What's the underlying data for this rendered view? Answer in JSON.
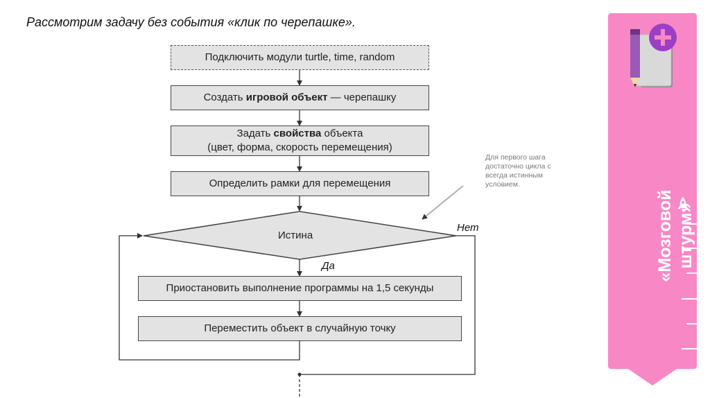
{
  "title": "Рассмотрим задачу без события «клик по черепашке».",
  "steps": {
    "import": "Подключить модули turtle, time, random",
    "create": {
      "pre": "Создать ",
      "bold": "игровой объект",
      "post": " — черепашку"
    },
    "props": {
      "pre": "Задать ",
      "bold": "свойства",
      "post": " объекта",
      "line2": "(цвет, форма, скорость перемещения)"
    },
    "bounds": "Определить рамки для перемещения",
    "condition": "Истина",
    "pause": "Приостановить выполнение программы на 1,5 секунды",
    "move": "Переместить объект в случайную точку"
  },
  "branches": {
    "no": "Нет",
    "yes": "Да"
  },
  "note": "Для первого шага достаточно цикла с всегда истинным условием.",
  "sidebar": {
    "line1": "«Мозговой",
    "line2": "штурм»",
    "icons": [
      "pencil-notebook-plus-icon",
      "rocket-icon"
    ],
    "color": "#f887c6"
  },
  "colors": {
    "box_fill": "#e3e3e3",
    "border": "#444444"
  }
}
